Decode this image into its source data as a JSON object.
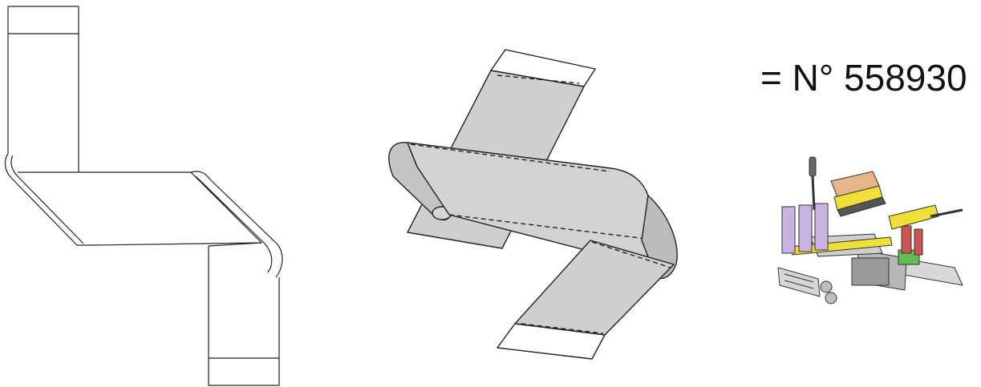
{
  "figure": {
    "part_number_label": "= N° 558930",
    "views": [
      "flat-pattern-line-drawing",
      "folded-strip-isometric",
      "tool-assembly-render"
    ]
  },
  "colors": {
    "line": "#222222",
    "strip_fill": "#cfcfcf",
    "strip_shade": "#b8b8b8",
    "end_fill": "#ffffff",
    "violet": "#c9b3e0",
    "yellow": "#f0df38",
    "orange": "#e7b58a",
    "red": "#c9554e",
    "green": "#5fbf55",
    "metal": "#c8c8c8",
    "metal_dark": "#8c8c8c"
  }
}
